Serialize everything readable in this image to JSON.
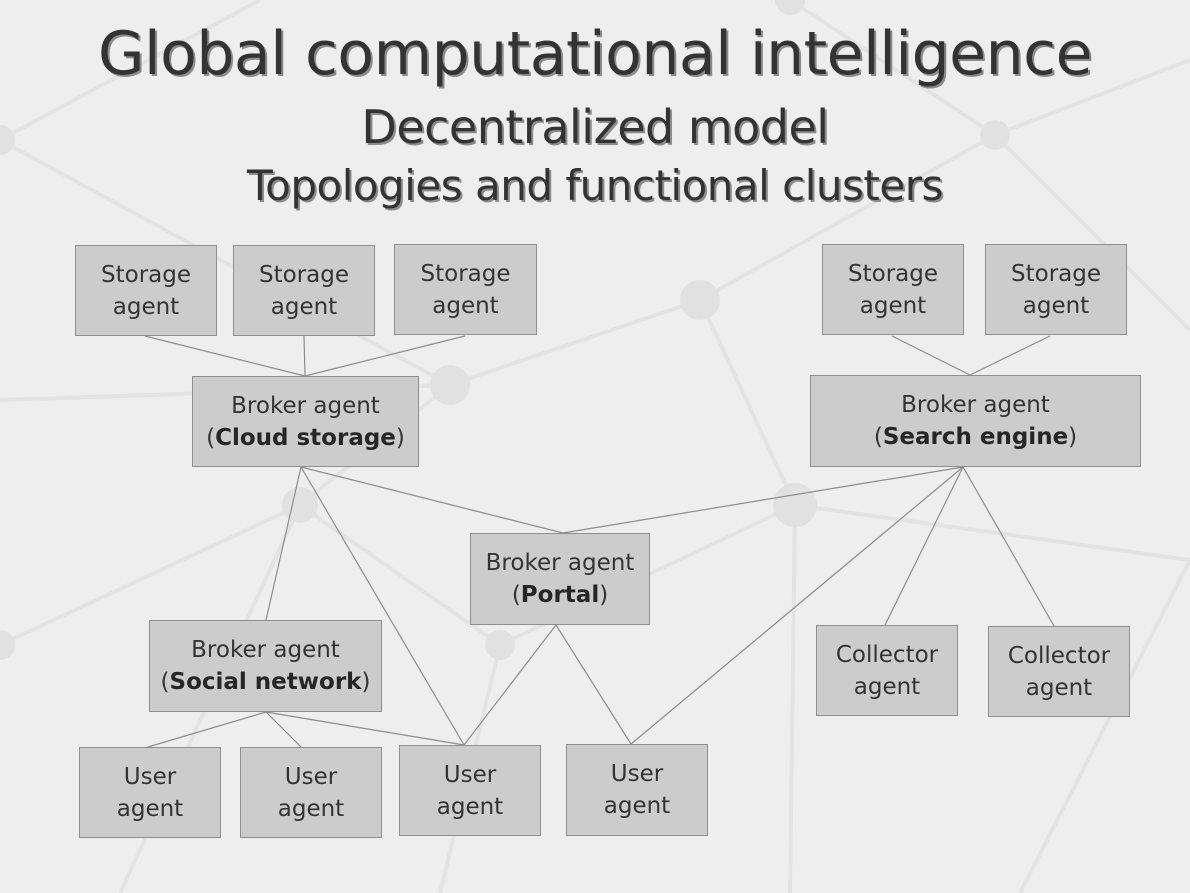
{
  "title": "Global computational intelligence",
  "subtitle1": "Decentralized model",
  "subtitle2": "Topologies and functional clusters",
  "nodes": {
    "storage_1": {
      "line1": "Storage",
      "line2": "agent"
    },
    "storage_2": {
      "line1": "Storage",
      "line2": "agent"
    },
    "storage_3": {
      "line1": "Storage",
      "line2": "agent"
    },
    "storage_4": {
      "line1": "Storage",
      "line2": "agent"
    },
    "storage_5": {
      "line1": "Storage",
      "line2": "agent"
    },
    "broker_cloud": {
      "line1": "Broker agent",
      "open": "(",
      "bold": "Cloud storage",
      "close": ")"
    },
    "broker_search": {
      "line1": "Broker agent",
      "open": "(",
      "bold": "Search engine",
      "close": ")"
    },
    "broker_portal": {
      "line1": "Broker agent",
      "open": "(",
      "bold": "Portal",
      "close": ")"
    },
    "broker_social": {
      "line1": "Broker agent",
      "open": "(",
      "bold": "Social network",
      "close": ")"
    },
    "collector_1": {
      "line1": "Collector",
      "line2": "agent"
    },
    "collector_2": {
      "line1": "Collector",
      "line2": "agent"
    },
    "user_1": {
      "line1": "User",
      "line2": "agent"
    },
    "user_2": {
      "line1": "User",
      "line2": "agent"
    },
    "user_3": {
      "line1": "User",
      "line2": "agent"
    },
    "user_4": {
      "line1": "User",
      "line2": "agent"
    }
  },
  "edge_color": "#8c8c8c"
}
